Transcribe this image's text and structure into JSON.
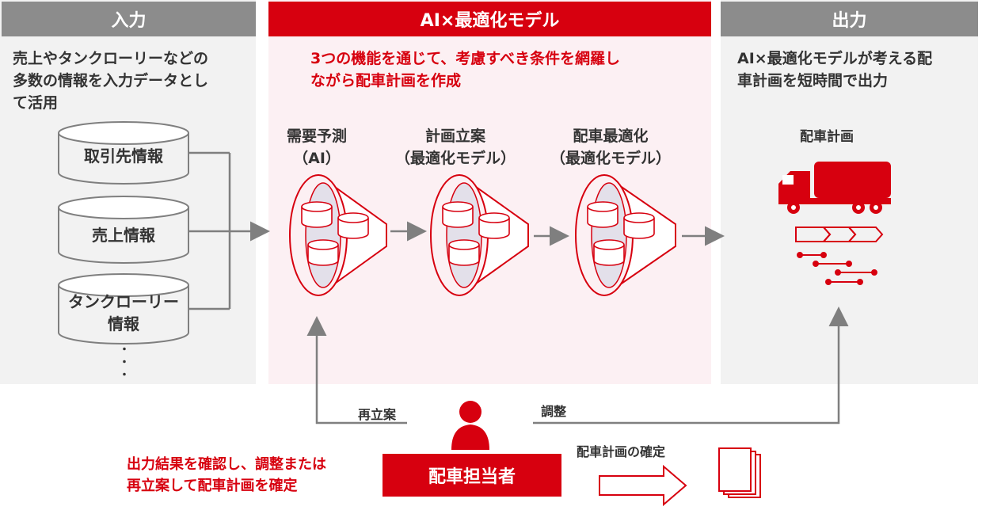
{
  "colors": {
    "accent_red": "#d7000f",
    "gray_header": "#8c8c8c",
    "gray_panel": "#f2f2f2",
    "pink_panel": "#fcf0f3",
    "text_dark": "#333333"
  },
  "input": {
    "header": "入力",
    "description": [
      "売上やタンクローリーなどの",
      "多数の情報を入力データとし",
      "て活用"
    ],
    "sources": [
      {
        "label": [
          "取引先情報"
        ]
      },
      {
        "label": [
          "売上情報"
        ]
      },
      {
        "label": [
          "タンクローリー",
          "情報"
        ]
      }
    ],
    "ellipsis": "・\n・\n・"
  },
  "model": {
    "header": "AI×最適化モデル",
    "description": [
      "3つの機能を通じて、考慮すべき条件を網羅し",
      "ながら配車計画を作成"
    ],
    "stages": [
      {
        "line1": "需要予測",
        "line2": "（AI）"
      },
      {
        "line1": "計画立案",
        "line2": "（最適化モデル）"
      },
      {
        "line1": "配車最適化",
        "line2": "（最適化モデル）"
      }
    ]
  },
  "output": {
    "header": "出力",
    "description": [
      "AI×最適化モデルが考える配",
      "車計画を短時間で出力"
    ],
    "plan_label": "配車計画"
  },
  "bottom": {
    "replan_label": "再立案",
    "adjust_label": "調整",
    "role_label": "配車担当者",
    "role_note": [
      "出力結果を確認し、調整または",
      "再立案して配車計画を確定"
    ],
    "confirm_label": "配車計画の確定"
  }
}
